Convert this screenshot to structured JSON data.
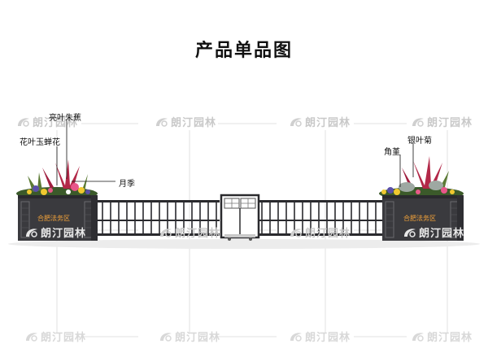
{
  "page": {
    "title": "产品单品图"
  },
  "watermark": {
    "brand": "朗汀园林"
  },
  "labels": {
    "liangye": "亮叶朱蕉",
    "huaye": "花叶玉蝉花",
    "yueji": "月季",
    "yinye": "银叶菊",
    "jiaojin": "角堇"
  },
  "planter_sign": {
    "text": "合肥法务区"
  },
  "colors": {
    "planter": "#3a3a3e",
    "fence": "#222226",
    "accent_text": "#f2a23a",
    "watermark": "#c9c9c9"
  }
}
